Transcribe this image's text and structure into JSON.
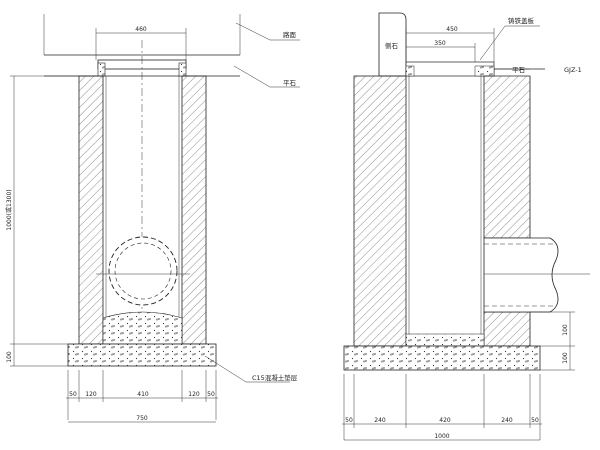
{
  "left_view": {
    "dims": {
      "top_width": "460",
      "height": "1000(或1300)",
      "base_height": "100",
      "b1": "50",
      "b2": "120",
      "b3": "410",
      "b4": "120",
      "b5": "50",
      "total": "750"
    },
    "labels": {
      "road": "路面",
      "ground": "平石",
      "base": "C15混凝土垫层"
    }
  },
  "right_view": {
    "dims": {
      "top1": "450",
      "top2": "350",
      "right1": "100",
      "right2": "100",
      "b1": "50",
      "b2": "240",
      "b3": "420",
      "b4": "240",
      "b5": "50",
      "total": "1000"
    },
    "labels": {
      "curb": "侧石",
      "grate": "铸铁盖板",
      "gutter": "平石",
      "code": "GJZ-1"
    }
  }
}
